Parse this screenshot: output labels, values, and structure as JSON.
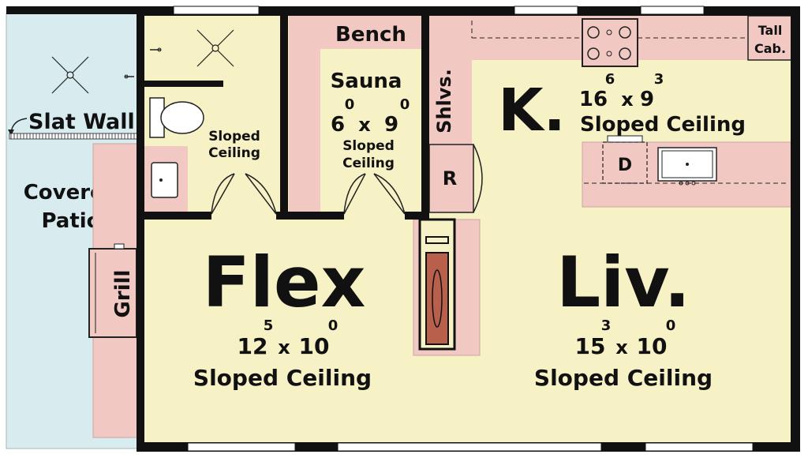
{
  "colors": {
    "floor": "#f7f1c6",
    "patio": "#d8ecef",
    "counter": "#f2c8c3",
    "wall": "#111111",
    "firebox": "#b8604c",
    "fixture": "#ffffff"
  },
  "patio": {
    "slat_wall": "Slat Wall",
    "covered_line1": "Covered",
    "covered_line2": "Patio",
    "grill": "Grill"
  },
  "bath": {
    "ceiling_line1": "Sloped",
    "ceiling_line2": "Ceiling"
  },
  "sauna": {
    "bench": "Bench",
    "name": "Sauna",
    "dim_ft1": "6",
    "dim_in1": "0",
    "dim_x": "x",
    "dim_ft2": "9",
    "dim_in2": "0",
    "ceiling_line1": "Sloped",
    "ceiling_line2": "Ceiling"
  },
  "kitchen": {
    "shelves": "Shlvs.",
    "fridge": "R",
    "tall_cab_line1": "Tall",
    "tall_cab_line2": "Cab.",
    "name": "K.",
    "dim_ft1": "16",
    "dim_in1": "6",
    "dim_x": "x",
    "dim_ft2": "9",
    "dim_in2": "3",
    "ceiling": "Sloped Ceiling",
    "dishwasher": "D"
  },
  "flex": {
    "name": "Flex",
    "dim_ft1": "12",
    "dim_in1": "5",
    "dim_x": "x",
    "dim_ft2": "10",
    "dim_in2": "0",
    "ceiling": "Sloped Ceiling"
  },
  "living": {
    "name": "Liv.",
    "dim_ft1": "15",
    "dim_in1": "3",
    "dim_x": "x",
    "dim_ft2": "10",
    "dim_in2": "0",
    "ceiling": "Sloped Ceiling"
  }
}
